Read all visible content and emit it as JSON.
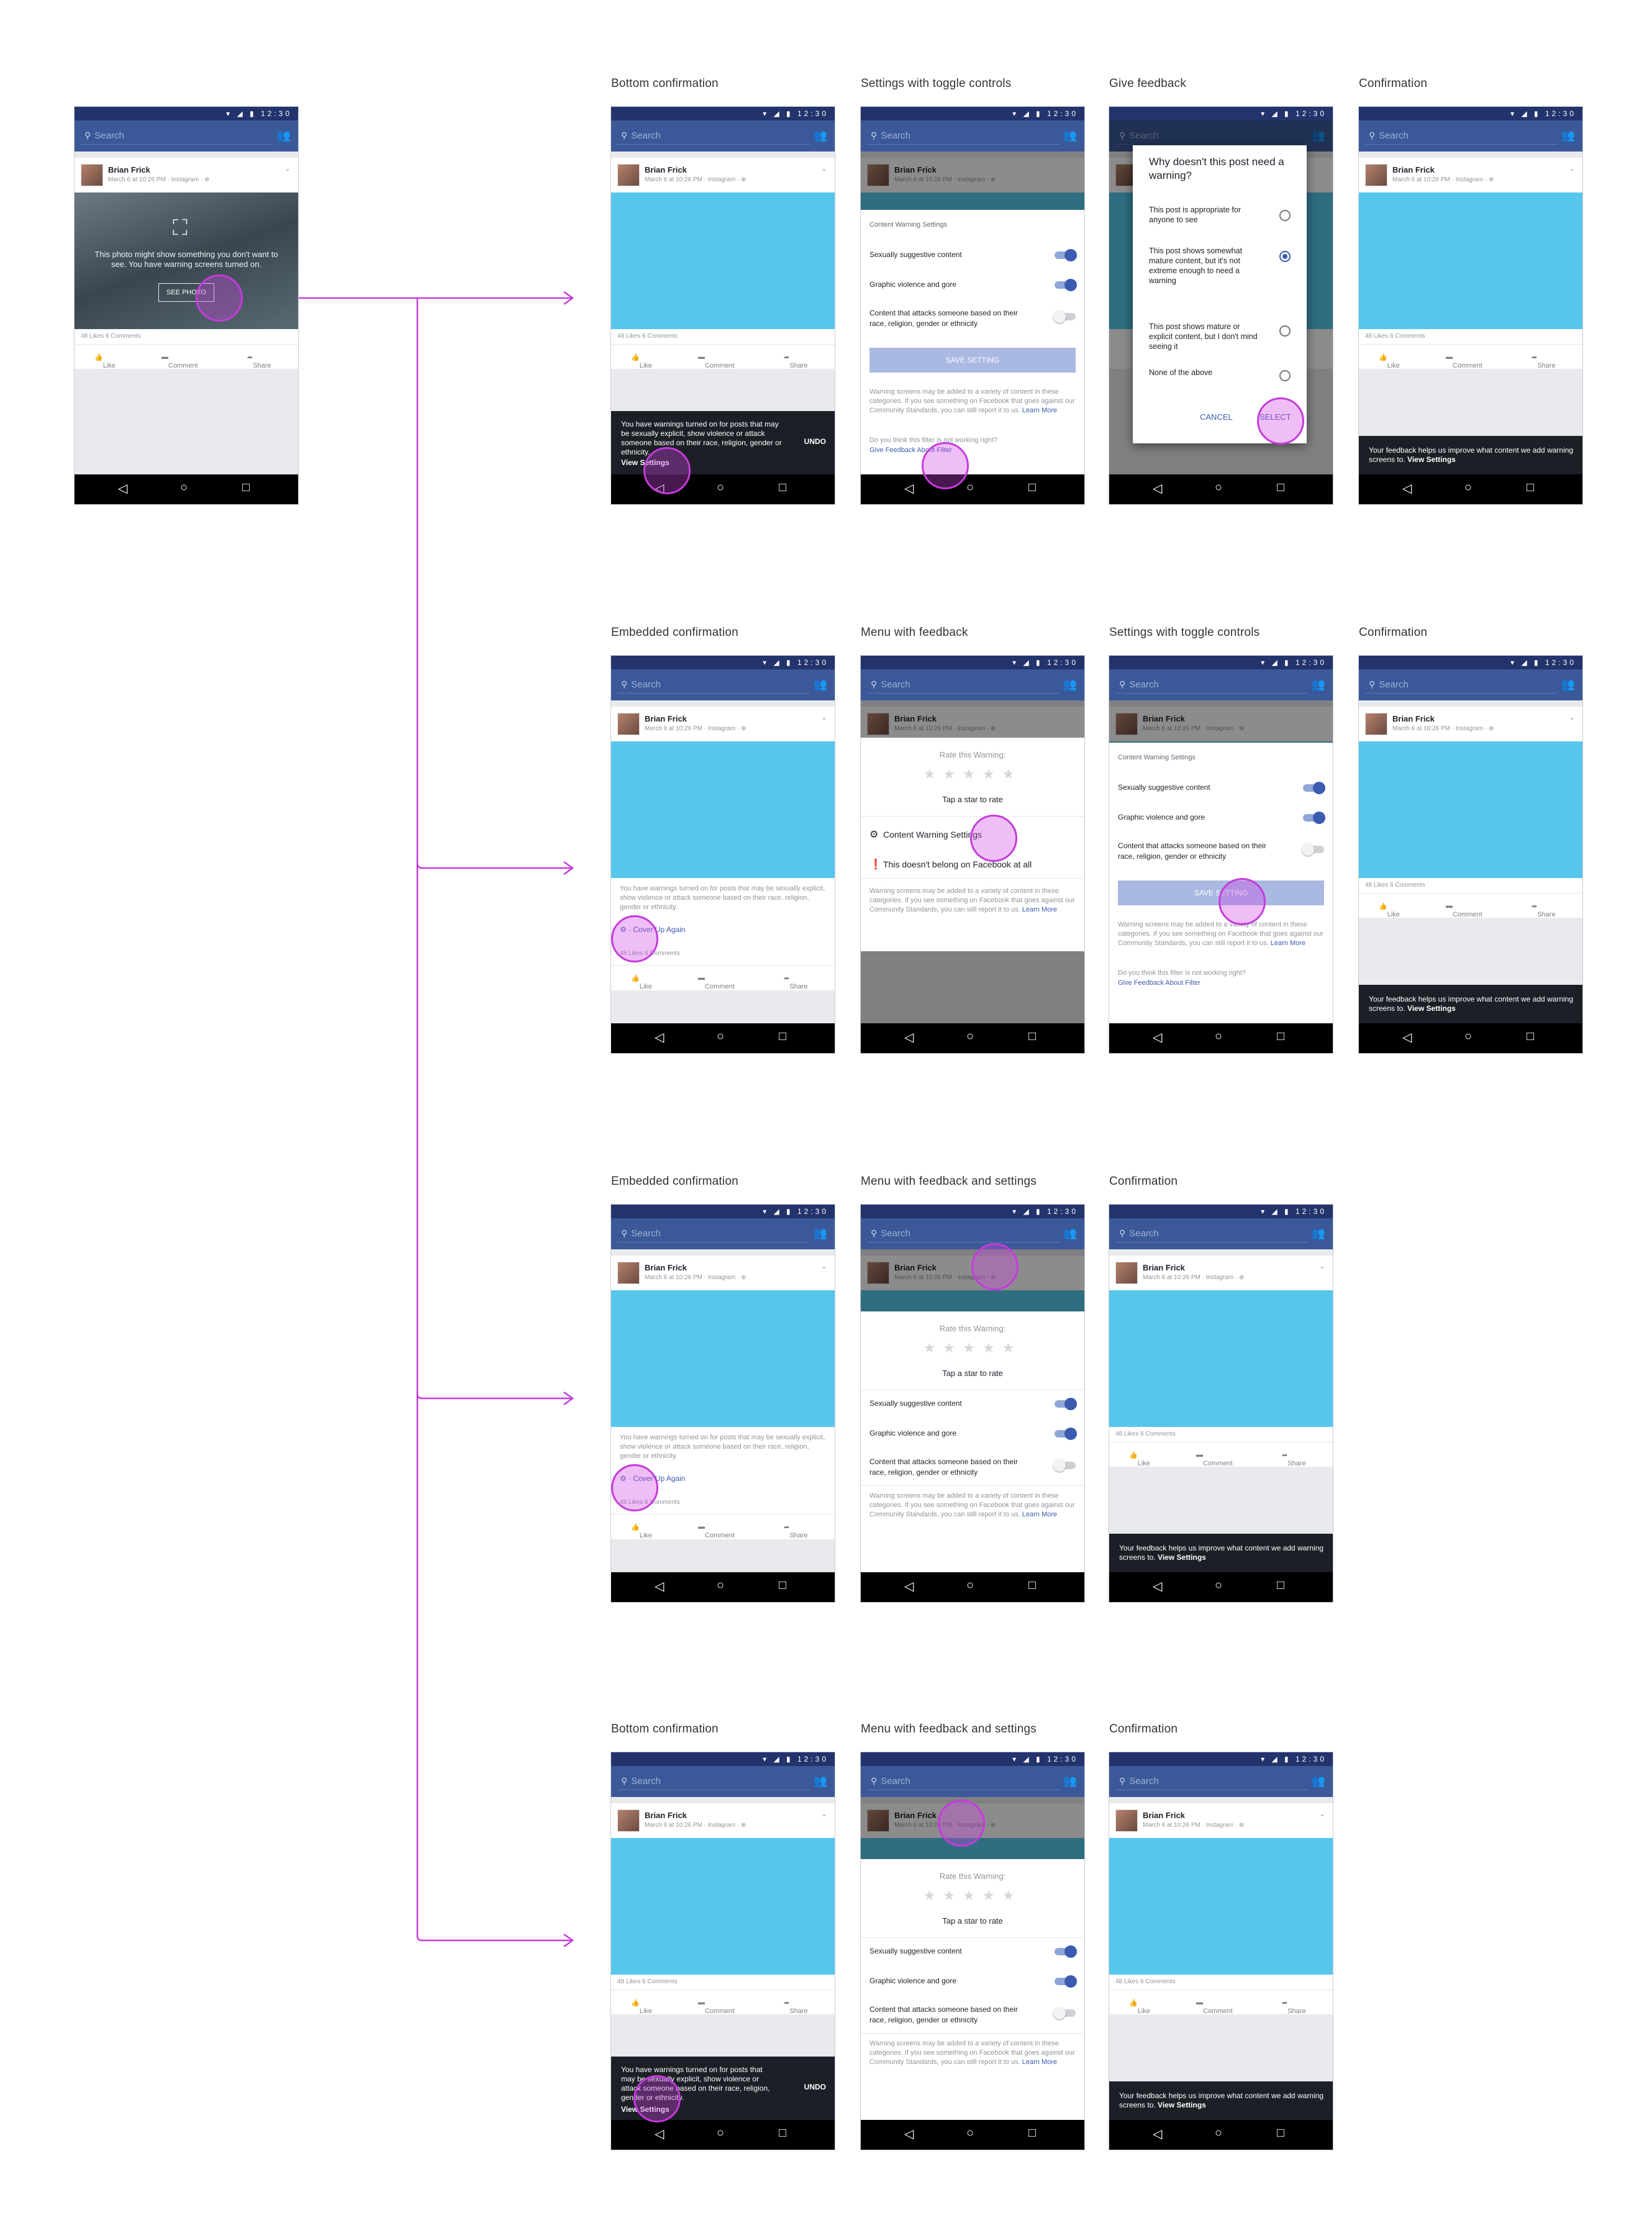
{
  "colors": {
    "accent": "#3b5998",
    "media": "#56c6ec",
    "tap_highlight": "#c43bdc",
    "toast": "#1d1f27"
  },
  "common": {
    "status_time": "12:30",
    "search_placeholder": "Search",
    "poster_name": "Brian Frick",
    "post_meta": "March 6 at 10:26 PM · Instagram · ⊕",
    "stats": "48 Likes  6 Comments",
    "like": "Like",
    "comment": "Comment",
    "share": "Share",
    "nav_icons": [
      "back-icon",
      "home-icon",
      "recents-icon"
    ]
  },
  "start": {
    "warning_text": "This photo might show something you don't want to see. You have warning screens turned on.",
    "see_photo": "SEE PHOTO"
  },
  "captions": {
    "r1": [
      "Bottom confirmation",
      "Settings with toggle controls",
      "Give feedback",
      "Confirmation"
    ],
    "r2": [
      "Embedded confirmation",
      "Menu with feedback",
      "Settings with toggle controls",
      "Confirmation"
    ],
    "r3": [
      "Embedded confirmation",
      "Menu with feedback and settings",
      "Confirmation"
    ],
    "r4": [
      "Bottom confirmation",
      "Menu with feedback and settings",
      "Confirmation"
    ]
  },
  "toast": {
    "bottom_text": "You have warnings turned on for posts that may be sexually explicit, show violence or attack someone based on their race, religion, gender or ethnicity.",
    "view_settings": "View Settings",
    "undo": "UNDO",
    "feedback_text": "Your feedback helps us improve what content we add warning screens to.",
    "feedback_link": "View Settings"
  },
  "settings": {
    "header": "Content Warning Settings",
    "sexual": "Sexually suggestive content",
    "violence": "Graphic violence and gore",
    "attacks": "Content that attacks someone based on their race, religion, gender or ethnicity",
    "save": "SAVE SETTING",
    "info": "Warning screens may be added to a variety of content in these categories. If you see something on Facebook that goes against our Community Standards, you can still report it to us.",
    "learn_more": "Learn More",
    "filter_q": "Do you think this filter is not working right?",
    "filter_link": "Give Feedback About Filter"
  },
  "dialog": {
    "title": "Why doesn't this post need a warning?",
    "opt1": "This post is appropriate for anyone to see",
    "opt2": "This post shows somewhat mature content, but it's not extreme enough to need a warning",
    "opt3": "This post shows mature or explicit content, but I don't mind seeing it",
    "opt4": "None of the above",
    "cancel": "CANCEL",
    "select": "SELECT"
  },
  "rate": {
    "title": "Rate this Warning:",
    "stars": "★★★★★",
    "tap": "Tap a star to rate",
    "cws": "Content Warning Settings",
    "not_belong": "This doesn't belong on Facebook at all"
  },
  "embedded": {
    "text": "You have warnings turned on for posts that may be sexually explicit, show violence or attack someone based on their race, religion, gender or ethnicity.",
    "cover": "Cover Up Again"
  }
}
